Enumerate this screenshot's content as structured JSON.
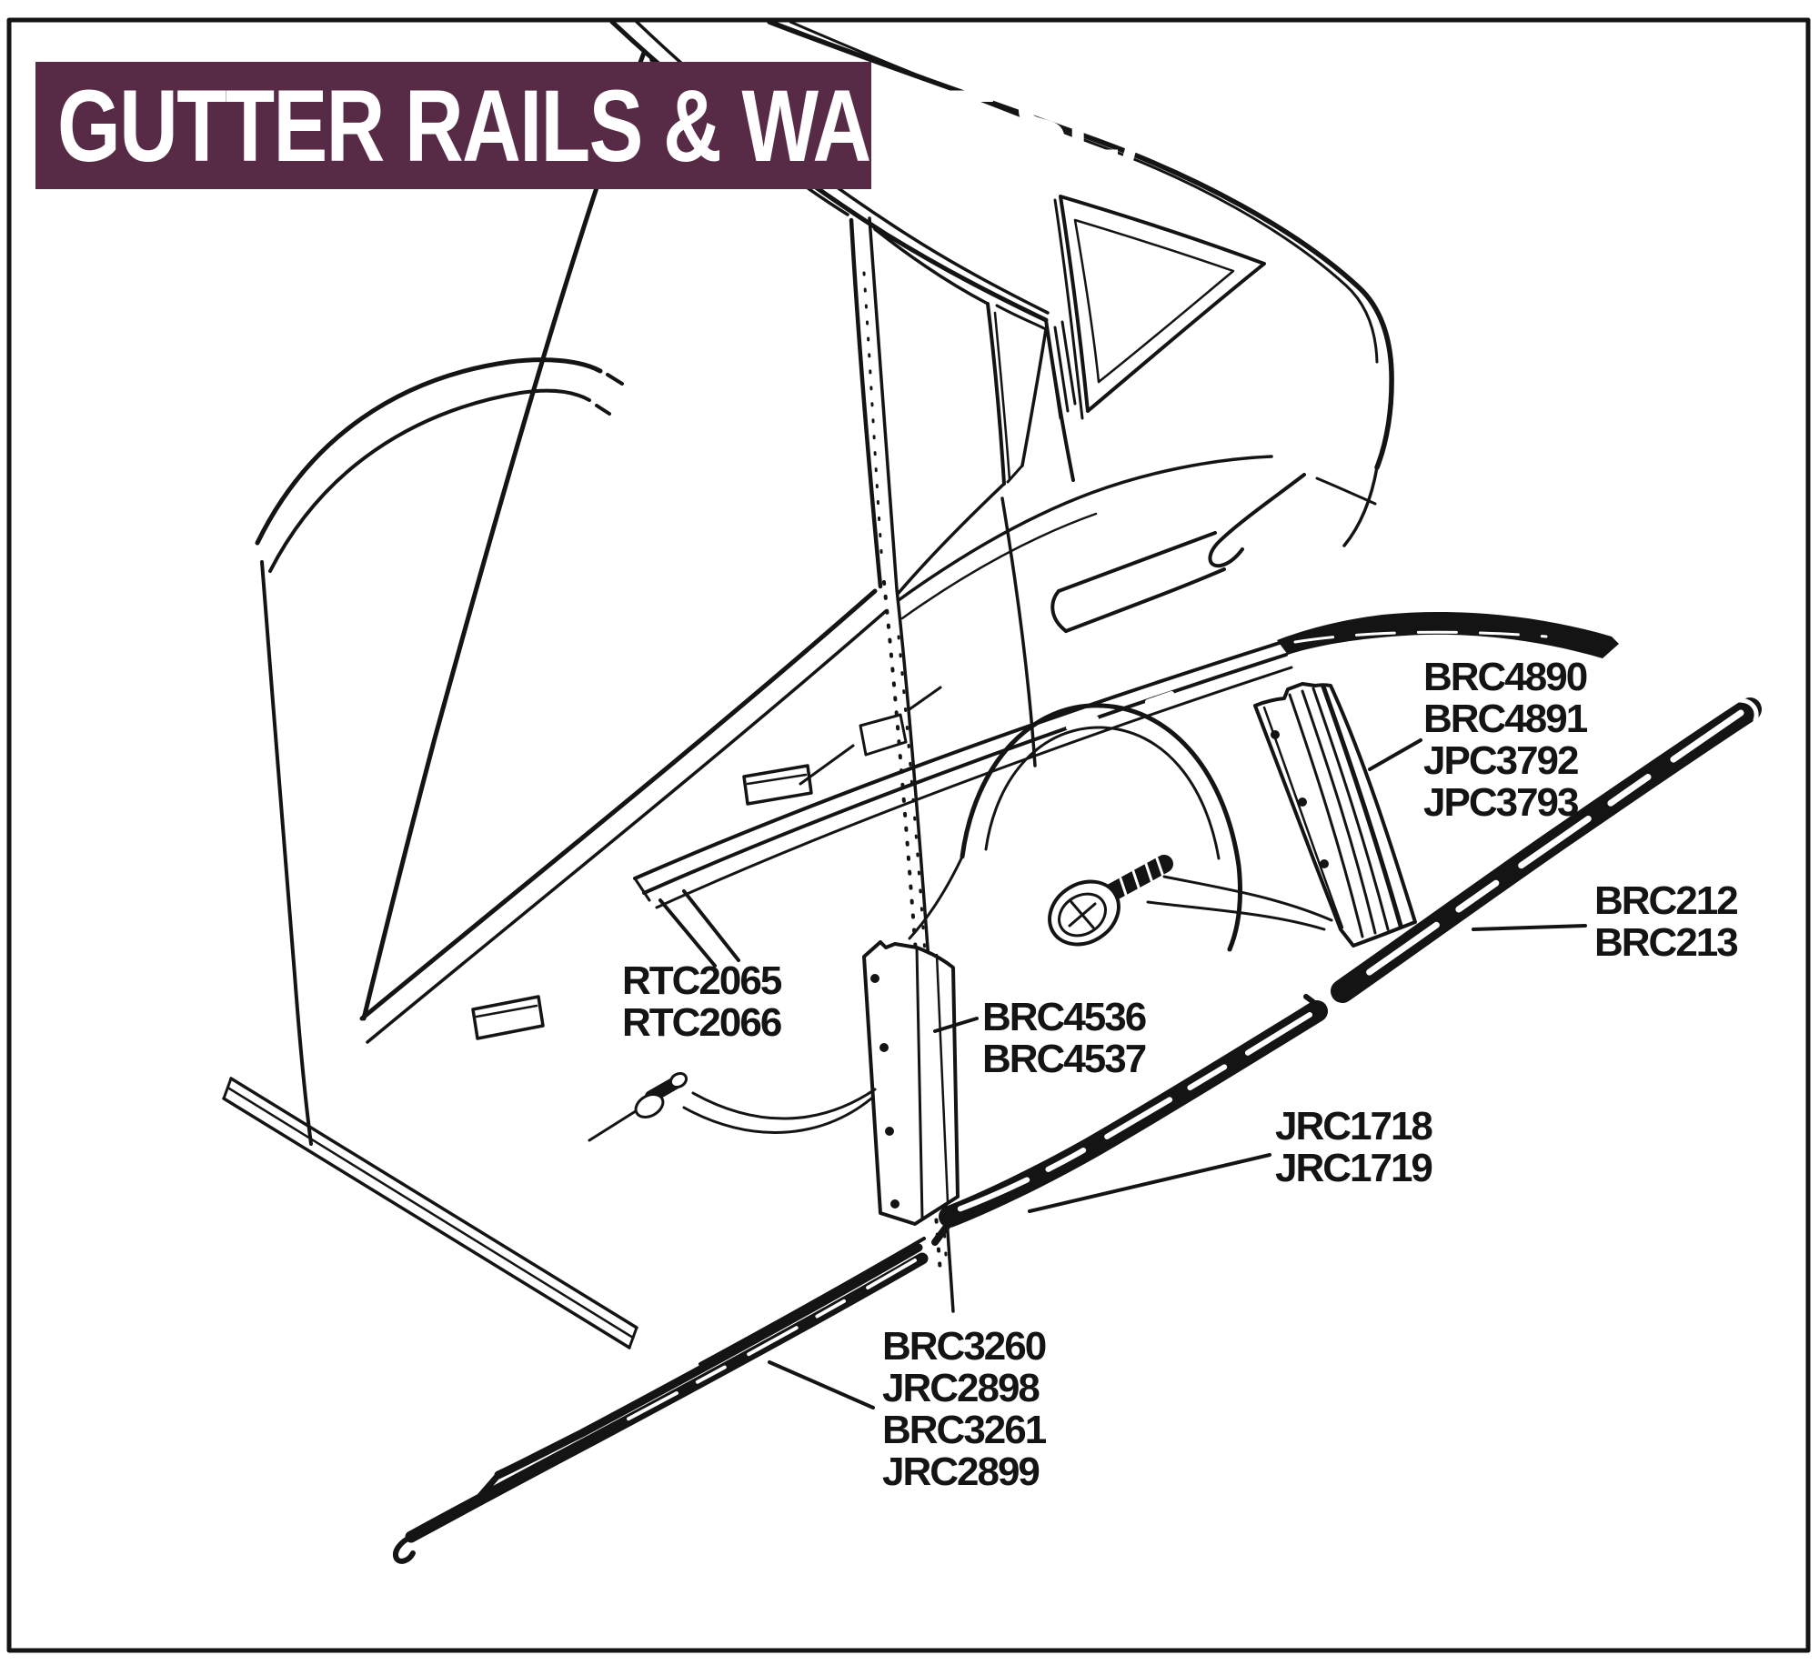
{
  "title": "GUTTER RAILS & WAIST SEALS",
  "colors": {
    "banner_bg": "#572b45",
    "banner_text": "#ffffff",
    "ink": "#141414",
    "paper": "#ffffff"
  },
  "callouts": [
    {
      "id": "rear-pillar-finisher",
      "lines": [
        "BRC4890",
        "BRC4891",
        "JPC3792",
        "JPC3793"
      ]
    },
    {
      "id": "rear-gutter-rail",
      "lines": [
        "BRC212",
        "BRC213"
      ]
    },
    {
      "id": "rivet",
      "lines": [
        "RTC2065",
        "RTC2066"
      ]
    },
    {
      "id": "front-pillar-finisher",
      "lines": [
        "BRC4536",
        "BRC4537"
      ]
    },
    {
      "id": "mid-waist-rail",
      "lines": [
        "JRC1718",
        "JRC1719"
      ]
    },
    {
      "id": "front-waist-rail",
      "lines": [
        "BRC3260",
        "JRC2898",
        "BRC3261",
        "JRC2899"
      ]
    }
  ]
}
